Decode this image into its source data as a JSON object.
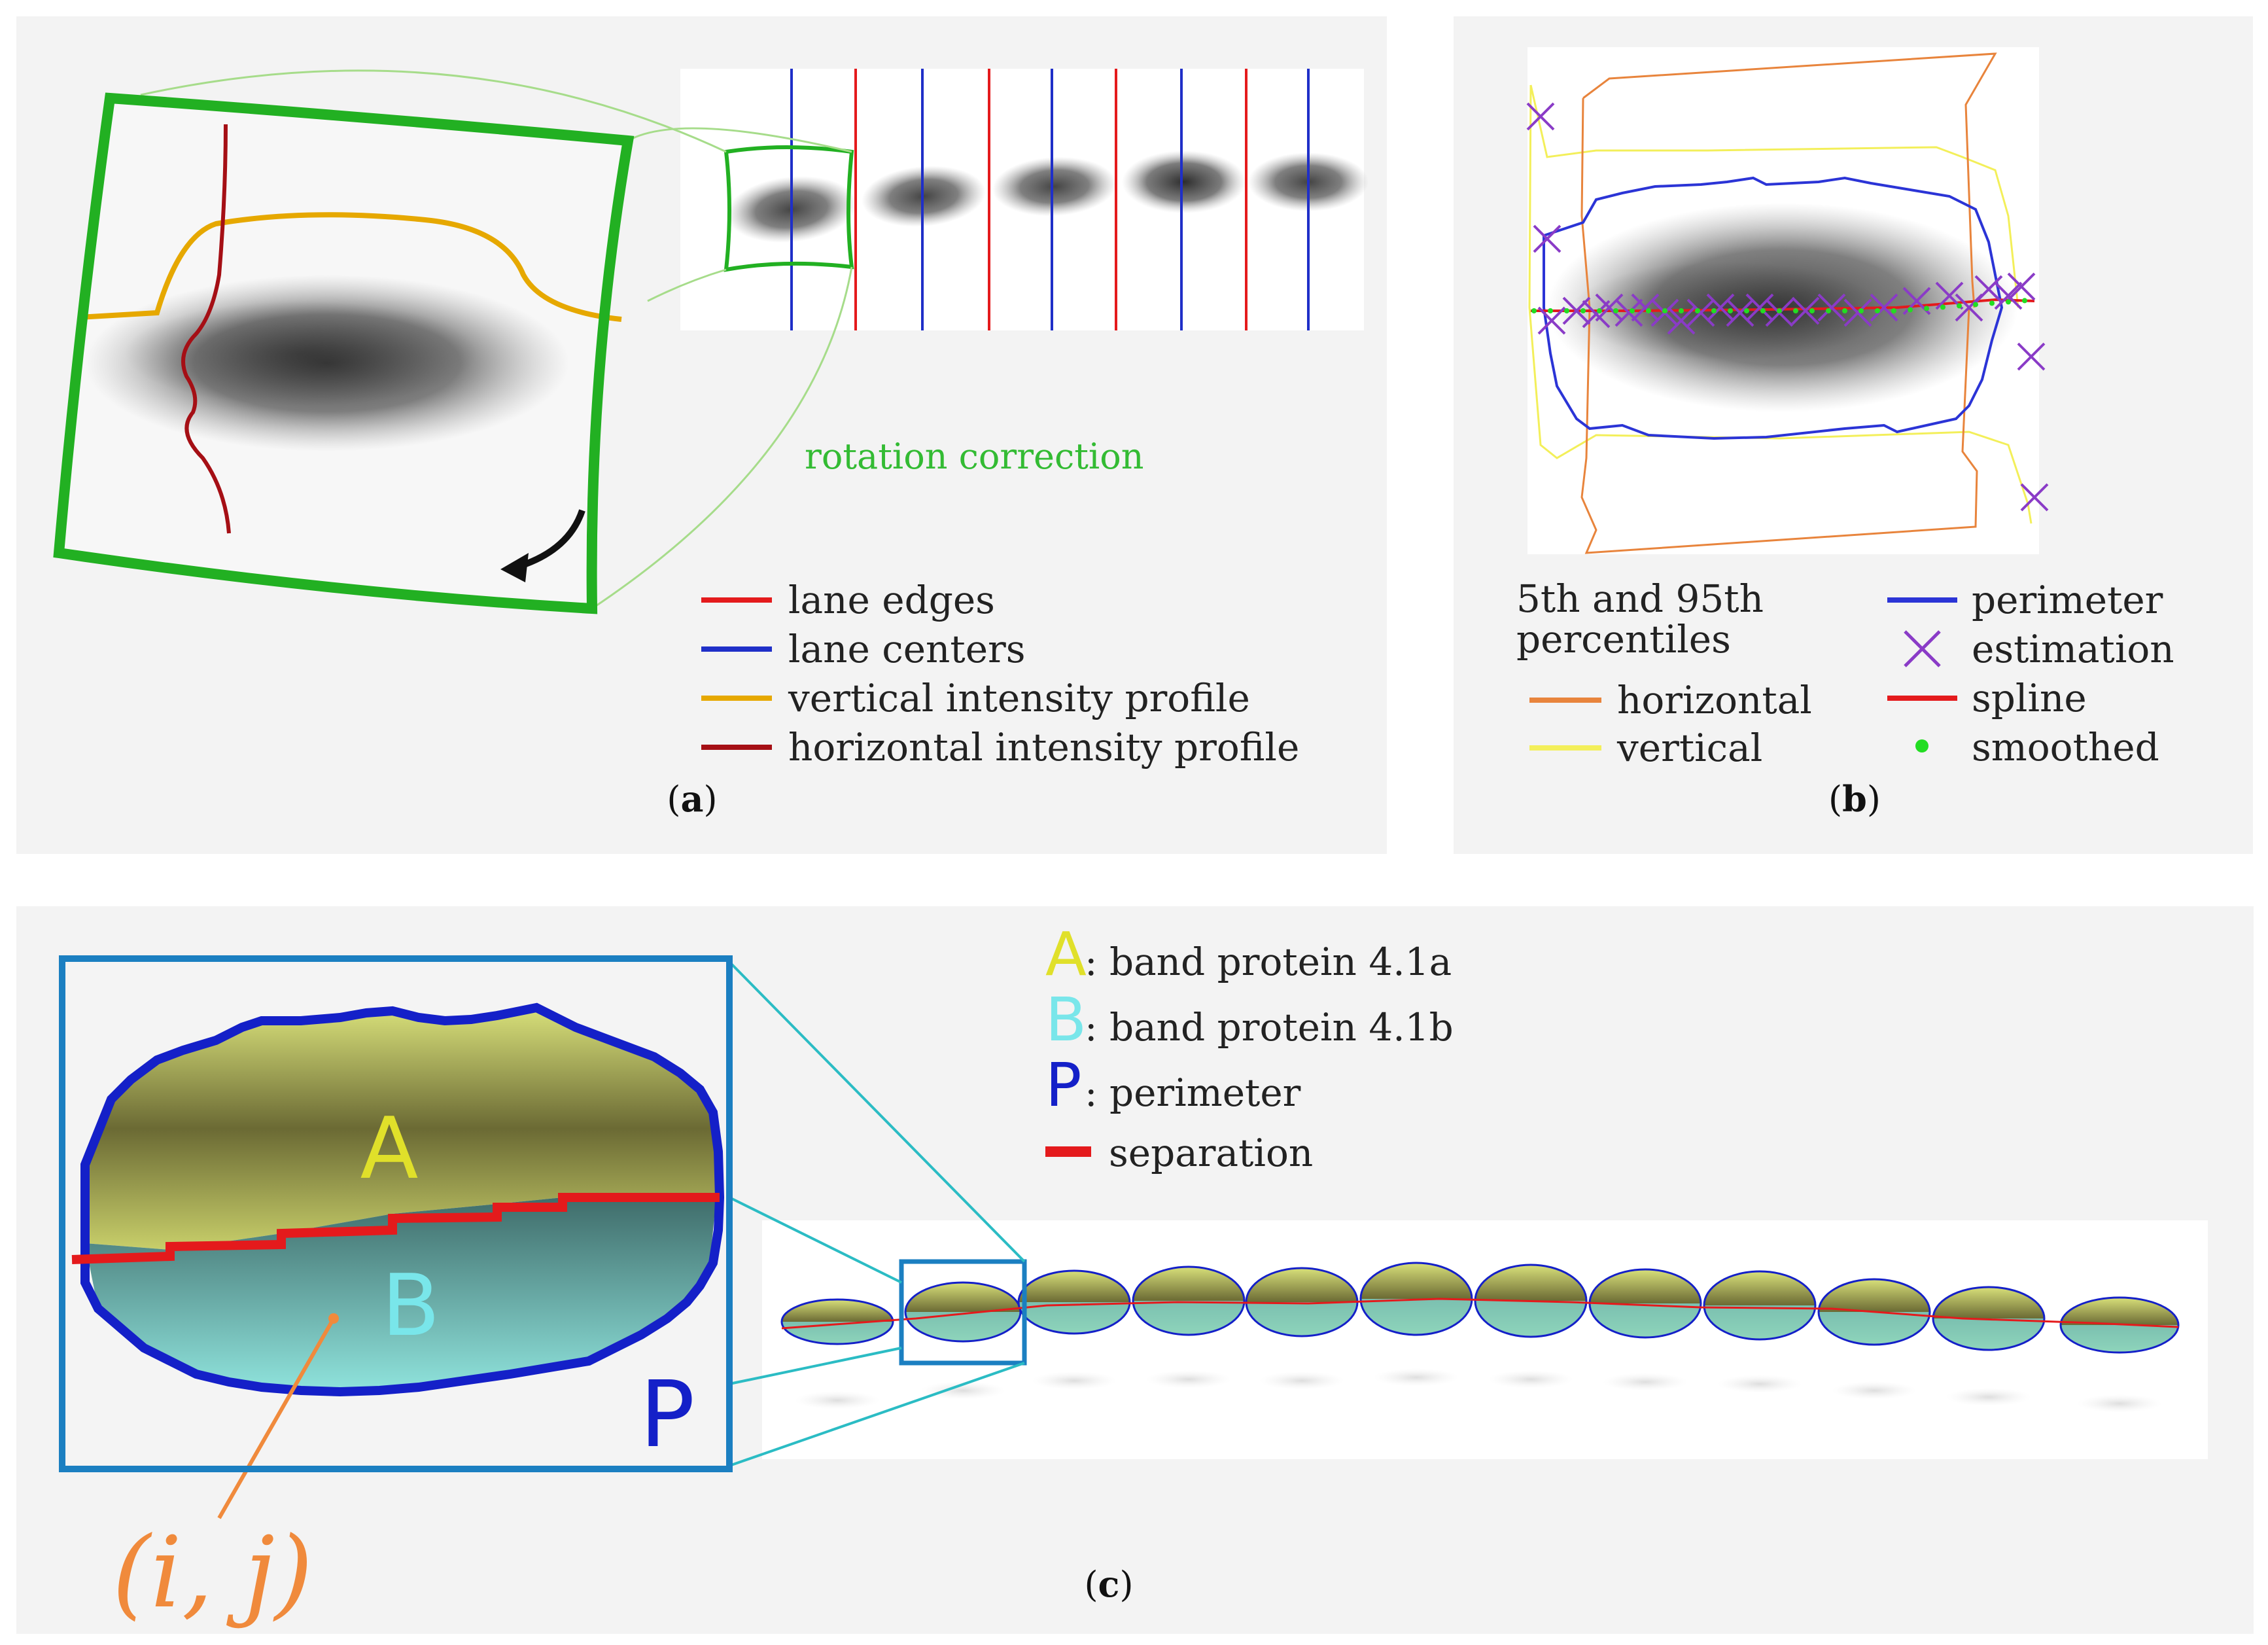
{
  "panel_a": {
    "caption_open": "(",
    "caption_letter": "a",
    "caption_close": ")",
    "rotation_label": "rotation correction",
    "legend": [
      {
        "label": "lane edges",
        "color": "#e41a1c"
      },
      {
        "label": "lane centers",
        "color": "#1f2fc8"
      },
      {
        "label": "vertical intensity profile",
        "color": "#e6a800"
      },
      {
        "label": "horizontal intensity profile",
        "color": "#a50f15"
      }
    ],
    "frame_color": "#22b022",
    "thin_line_color": "#a6dc8a"
  },
  "panel_b": {
    "caption_open": "(",
    "caption_letter": "b",
    "caption_close": ")",
    "percentile_title_line1": "5th and 95th",
    "percentile_title_line2": "percentiles",
    "legend_left": [
      {
        "label": "horizontal",
        "color": "#e8843c"
      },
      {
        "label": "vertical",
        "color": "#f3ef5a"
      }
    ],
    "legend_right": [
      {
        "label": "perimeter",
        "color": "#2b34d6",
        "symbol": "line"
      },
      {
        "label": "estimation",
        "color": "#8a3bc7",
        "symbol": "cross"
      },
      {
        "label": "spline",
        "color": "#e41a1c",
        "symbol": "line"
      },
      {
        "label": "smoothed",
        "color": "#22dd22",
        "symbol": "dot"
      }
    ]
  },
  "panel_c": {
    "caption_open": "(",
    "caption_letter": "c",
    "caption_close": ")",
    "letters": {
      "A": "A",
      "B": "B",
      "P": "P"
    },
    "legend": [
      {
        "key": "A",
        "text": ": band protein 4.1a",
        "color": "#e0e02a"
      },
      {
        "key": "B",
        "text": ": band protein 4.1b",
        "color": "#79e6ea"
      },
      {
        "key": "P",
        "text": ": perimeter",
        "color": "#1420c8"
      },
      {
        "key": "",
        "text": "separation",
        "color": "#e41a1c"
      }
    ],
    "coord_label": "(i, j)",
    "coord_color": "#f08a3c",
    "box_color": "#1b7fc1",
    "connector_color": "#2bbcc4"
  }
}
